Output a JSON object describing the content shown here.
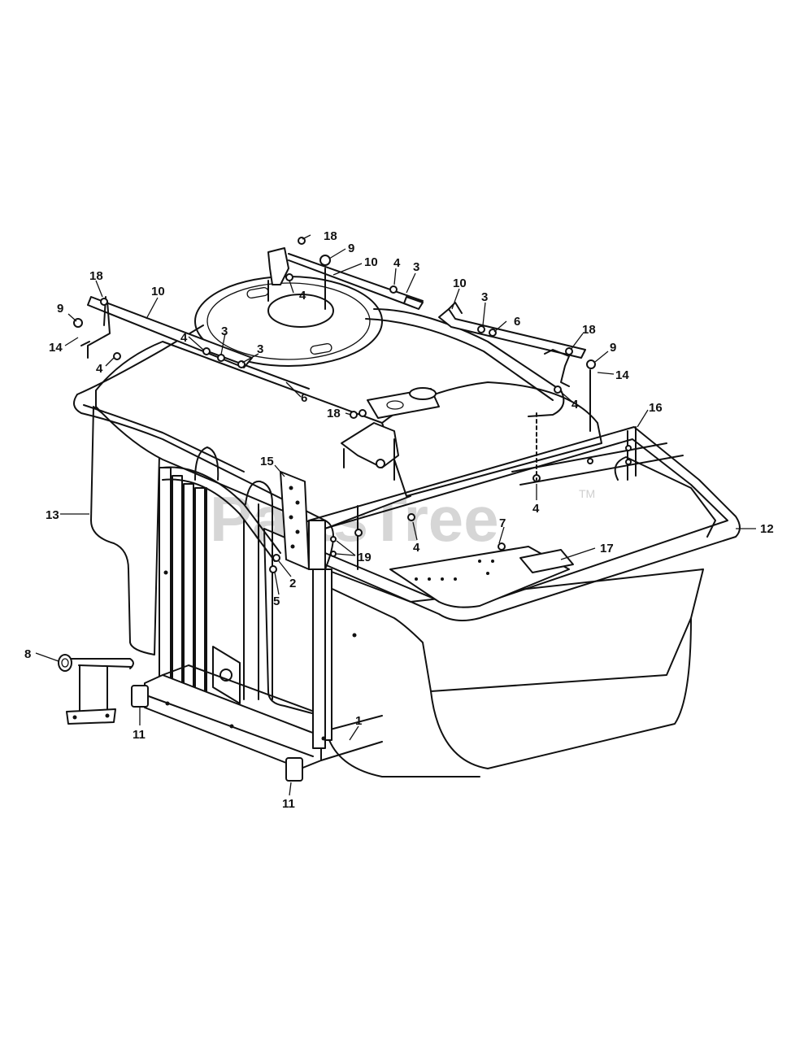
{
  "watermark": {
    "text": "PartsTree",
    "trademark": "TM"
  },
  "callouts": [
    {
      "id": "c18a",
      "text": "18"
    },
    {
      "id": "c9a",
      "text": "9"
    },
    {
      "id": "c10a",
      "text": "10"
    },
    {
      "id": "c4a",
      "text": "4"
    },
    {
      "id": "c3a",
      "text": "3"
    },
    {
      "id": "c4b",
      "text": "4"
    },
    {
      "id": "c10b",
      "text": "10"
    },
    {
      "id": "c3b",
      "text": "3"
    },
    {
      "id": "c6a",
      "text": "6"
    },
    {
      "id": "c18b",
      "text": "18"
    },
    {
      "id": "c10c",
      "text": "10"
    },
    {
      "id": "c9b",
      "text": "9"
    },
    {
      "id": "c14a",
      "text": "14"
    },
    {
      "id": "c4c",
      "text": "4"
    },
    {
      "id": "c4d",
      "text": "4"
    },
    {
      "id": "c3c",
      "text": "3"
    },
    {
      "id": "c3d",
      "text": "3"
    },
    {
      "id": "c6b",
      "text": "6"
    },
    {
      "id": "c18c",
      "text": "18"
    },
    {
      "id": "c9c",
      "text": "9"
    },
    {
      "id": "c14b",
      "text": "14"
    },
    {
      "id": "c4e",
      "text": "4"
    },
    {
      "id": "c18d",
      "text": "18"
    },
    {
      "id": "c16",
      "text": "16"
    },
    {
      "id": "c15",
      "text": "15"
    },
    {
      "id": "c13",
      "text": "13"
    },
    {
      "id": "c4f",
      "text": "4"
    },
    {
      "id": "c4g",
      "text": "4"
    },
    {
      "id": "c12",
      "text": "12"
    },
    {
      "id": "c7",
      "text": "7"
    },
    {
      "id": "c17",
      "text": "17"
    },
    {
      "id": "c19",
      "text": "19"
    },
    {
      "id": "c2",
      "text": "2"
    },
    {
      "id": "c5",
      "text": "5"
    },
    {
      "id": "c8",
      "text": "8"
    },
    {
      "id": "c1",
      "text": "1"
    },
    {
      "id": "c11a",
      "text": "11"
    },
    {
      "id": "c11b",
      "text": "11"
    }
  ]
}
